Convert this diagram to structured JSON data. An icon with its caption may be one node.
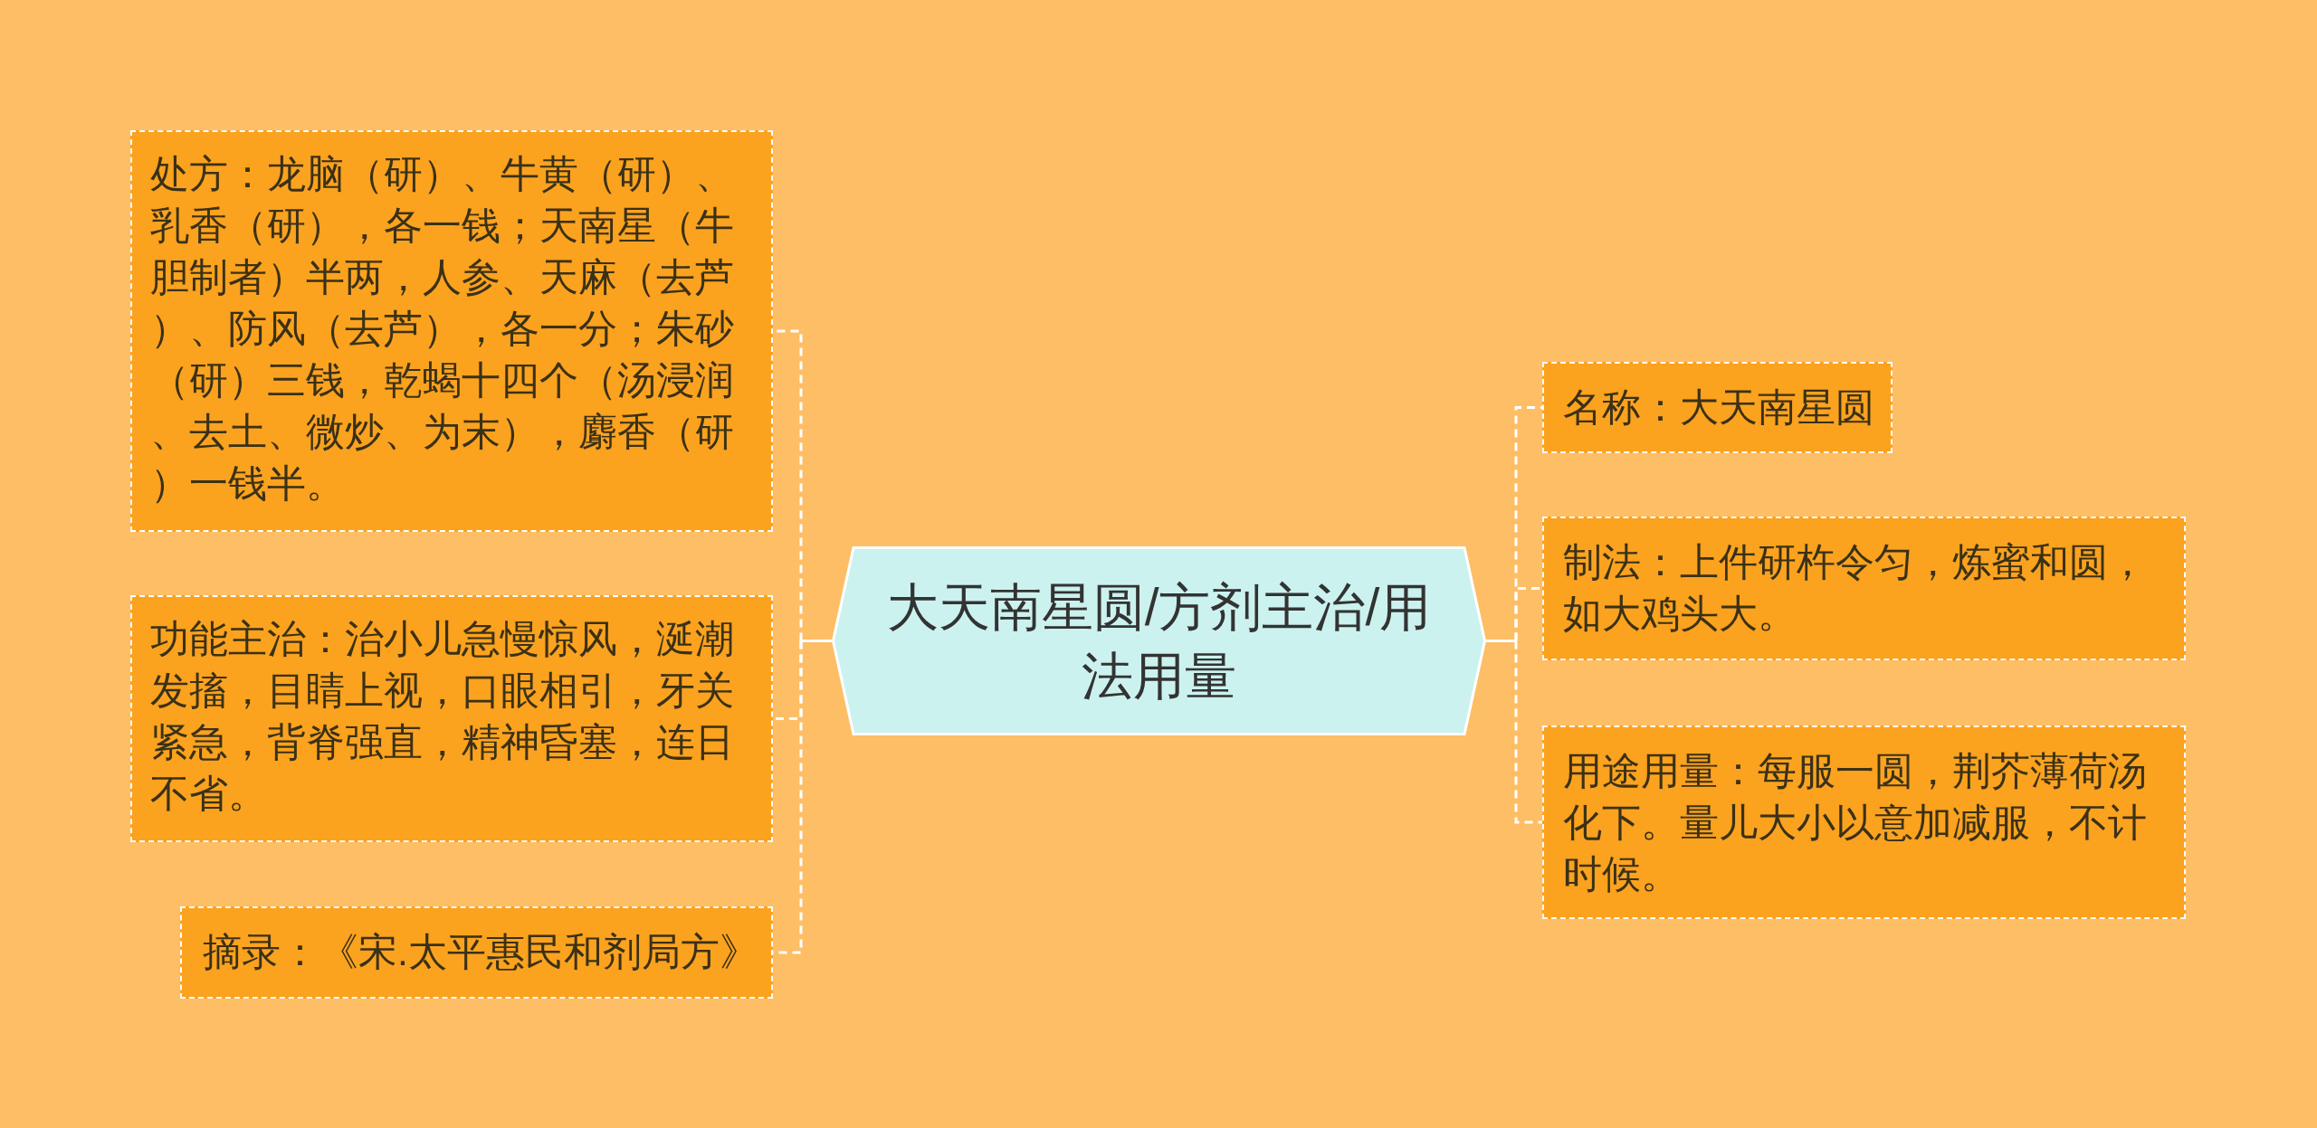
{
  "diagram": {
    "nodes": [
      {
        "text": [
          "大天南星圆/方剂主治/用法用量"
        ]
      },
      {
        "text": [
          "处方：龙脑（研）、牛黄（研）、乳香（研），各一钱；天南星（牛胆制者）半两，人参、天麻（去芦）、防风（去芦），各一分；朱砂（研）三钱，乾蝎十四个（汤浸润、去土、微炒、为末），麝香（研）一钱半。"
        ]
      },
      {
        "text": [
          "功能主治：治小儿急慢惊风，涎潮发搐，目睛上视，口眼相引，牙关紧急，背脊强直，精神昏塞，连日不省。"
        ]
      },
      {
        "text": [
          "摘录：《宋.太平惠民和剂局方》"
        ]
      },
      {
        "text": [
          "名称：大天南星圆"
        ]
      },
      {
        "text": [
          "制法：上件研杵令匀，炼蜜和圆，如大鸡头大。"
        ]
      },
      {
        "text": [
          "用途用量：每服一圆，荆芥薄荷汤化下。量儿大小以意加减服，不计时候。"
        ]
      }
    ],
    "edges": [
      {
        "from": 0,
        "to": 1,
        "arrow": "none"
      },
      {
        "from": 0,
        "to": 2,
        "arrow": "none"
      },
      {
        "from": 0,
        "to": 3,
        "arrow": "none"
      },
      {
        "from": 0,
        "to": 4,
        "arrow": "none"
      },
      {
        "from": 0,
        "to": 5,
        "arrow": "none"
      },
      {
        "from": 0,
        "to": 6,
        "arrow": "none"
      }
    ]
  }
}
